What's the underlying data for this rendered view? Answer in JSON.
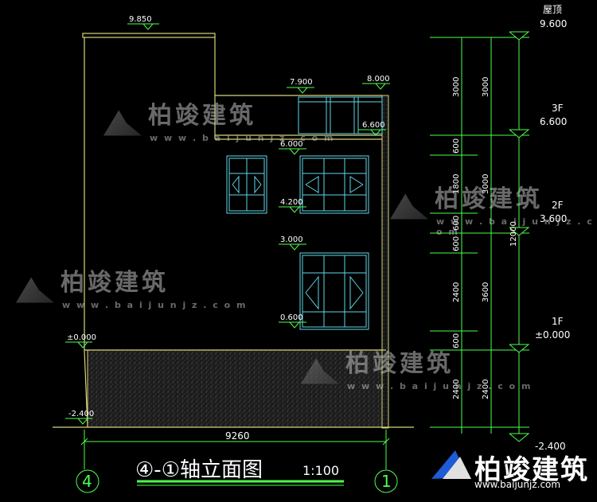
{
  "drawing": {
    "title_prefix": "④-①",
    "title_main": "轴立面图",
    "scale": "1:100",
    "total_width": "9260",
    "axis_left": "4",
    "axis_right": "1"
  },
  "elevation_marks": {
    "roof_parapet": "9.850",
    "m7900": "7.900",
    "m8000": "8.000",
    "m6600": "6.600",
    "m6000": "6.000",
    "m4200": "4.200",
    "m3000": "3.000",
    "m0600": "0.600",
    "m0000": "±0.000",
    "m_2400": "-2.400"
  },
  "right_levels": {
    "roof_label": "屋顶",
    "roof_value": "9.600",
    "f3_label": "3F",
    "f3_value": "6.600",
    "f2_label": "2F",
    "f2_value": "3.600",
    "f1_label": "1F",
    "f1_value": "±0.000",
    "base_value": "-2.400"
  },
  "dimensions": {
    "col1": [
      "3000",
      "600",
      "1800",
      "600",
      "600",
      "2400",
      "600",
      "2400"
    ],
    "col2": [
      "3000",
      "3000",
      "3600",
      "2400"
    ],
    "col3": [
      "12000"
    ]
  },
  "watermark": {
    "brand": "柏竣建筑",
    "url": "w w w . b a i j u n j z . c o m"
  },
  "brand_mark": {
    "name": "柏竣建筑",
    "url": "www.baijunjz.com"
  },
  "colors": {
    "wall": "#d6d67a",
    "dim": "#4dff4d",
    "window": "#5fd7e8",
    "ground": "#ffffff"
  }
}
